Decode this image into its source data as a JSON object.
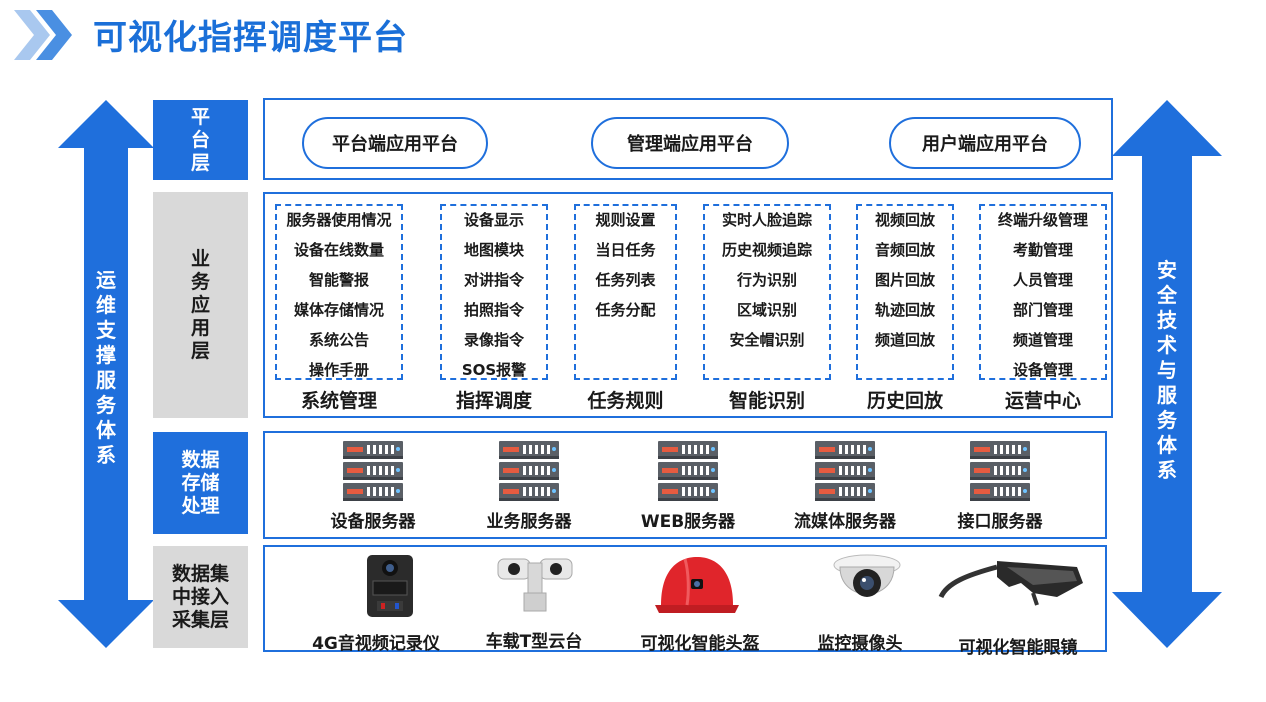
{
  "page": {
    "title": "可视化指挥调度平台"
  },
  "left_arrow": {
    "text": "运维支撑服务体系",
    "color": "#1f6fdc"
  },
  "right_arrow": {
    "text": "安全技术与服务体系",
    "color": "#1f6fdc"
  },
  "layers": {
    "platform": {
      "label": "平台层",
      "pills": [
        "平台端应用平台",
        "管理端应用平台",
        "用户端应用平台"
      ]
    },
    "business": {
      "label": "业务应用层",
      "modules": [
        {
          "title": "系统管理",
          "items": [
            "服务器使用情况",
            "设备在线数量",
            "智能警报",
            "媒体存储情况",
            "系统公告",
            "操作手册"
          ]
        },
        {
          "title": "指挥调度",
          "items": [
            "设备显示",
            "地图模块",
            "对讲指令",
            "拍照指令",
            "录像指令",
            "SOS报警"
          ]
        },
        {
          "title": "任务规则",
          "items": [
            "规则设置",
            "当日任务",
            "任务列表",
            "任务分配"
          ]
        },
        {
          "title": "智能识别",
          "items": [
            "实时人脸追踪",
            "历史视频追踪",
            "行为识别",
            "区域识别",
            "安全帽识别"
          ]
        },
        {
          "title": "历史回放",
          "items": [
            "视频回放",
            "音频回放",
            "图片回放",
            "轨迹回放",
            "频道回放"
          ]
        },
        {
          "title": "运营中心",
          "items": [
            "终端升级管理",
            "考勤管理",
            "人员管理",
            "部门管理",
            "频道管理",
            "设备管理"
          ]
        }
      ]
    },
    "storage": {
      "label": "数据存储处理",
      "servers": [
        "设备服务器",
        "业务服务器",
        "WEB服务器",
        "流媒体服务器",
        "接口服务器"
      ]
    },
    "access": {
      "label": "数据集中接入采集层",
      "devices": [
        "4G音视频记录仪",
        "车载T型云台",
        "可视化智能头盔",
        "监控摄像头",
        "可视化智能眼镜"
      ]
    }
  },
  "colors": {
    "accent": "#1f6fdc",
    "label_grey": "#d9d9d9",
    "helmet": "#e0252b",
    "server": "#5a5f66"
  }
}
